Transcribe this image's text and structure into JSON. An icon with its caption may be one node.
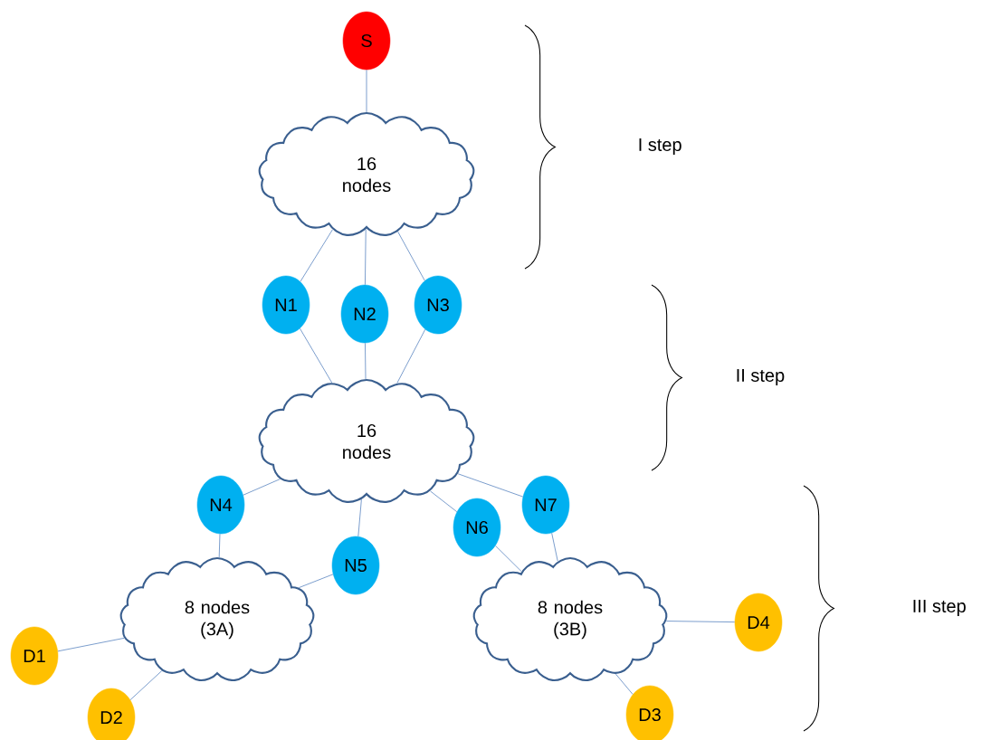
{
  "diagram": {
    "nodes": [
      {
        "text": [
          "S"
        ]
      },
      {
        "text": [
          "16 nodes"
        ]
      },
      {
        "text": [
          "N1"
        ]
      },
      {
        "text": [
          "N2"
        ]
      },
      {
        "text": [
          "N3"
        ]
      },
      {
        "text": [
          "16 nodes"
        ]
      },
      {
        "text": [
          "N4"
        ]
      },
      {
        "text": [
          "N5"
        ]
      },
      {
        "text": [
          "N6"
        ]
      },
      {
        "text": [
          "N7"
        ]
      },
      {
        "text": [
          "8 nodes (3A)"
        ]
      },
      {
        "text": [
          "8 nodes (3B)"
        ]
      },
      {
        "text": [
          "D1"
        ]
      },
      {
        "text": [
          "D2"
        ]
      },
      {
        "text": [
          "D3"
        ]
      },
      {
        "text": [
          "D4"
        ]
      }
    ],
    "edges": [
      {
        "from": 0,
        "to": 1,
        "arrow": "none"
      },
      {
        "from": 1,
        "to": 2,
        "arrow": "none"
      },
      {
        "from": 1,
        "to": 3,
        "arrow": "none"
      },
      {
        "from": 1,
        "to": 4,
        "arrow": "none"
      },
      {
        "from": 2,
        "to": 5,
        "arrow": "none"
      },
      {
        "from": 3,
        "to": 5,
        "arrow": "none"
      },
      {
        "from": 4,
        "to": 5,
        "arrow": "none"
      },
      {
        "from": 5,
        "to": 6,
        "arrow": "none"
      },
      {
        "from": 5,
        "to": 7,
        "arrow": "none"
      },
      {
        "from": 5,
        "to": 8,
        "arrow": "none"
      },
      {
        "from": 5,
        "to": 9,
        "arrow": "none"
      },
      {
        "from": 6,
        "to": 10,
        "arrow": "none"
      },
      {
        "from": 7,
        "to": 10,
        "arrow": "none"
      },
      {
        "from": 8,
        "to": 11,
        "arrow": "none"
      },
      {
        "from": 9,
        "to": 11,
        "arrow": "none"
      },
      {
        "from": 10,
        "to": 12,
        "arrow": "none"
      },
      {
        "from": 10,
        "to": 13,
        "arrow": "none"
      },
      {
        "from": 11,
        "to": 14,
        "arrow": "none"
      },
      {
        "from": 11,
        "to": 15,
        "arrow": "none"
      }
    ],
    "labels": [
      "I step",
      "II step",
      "III step"
    ]
  }
}
